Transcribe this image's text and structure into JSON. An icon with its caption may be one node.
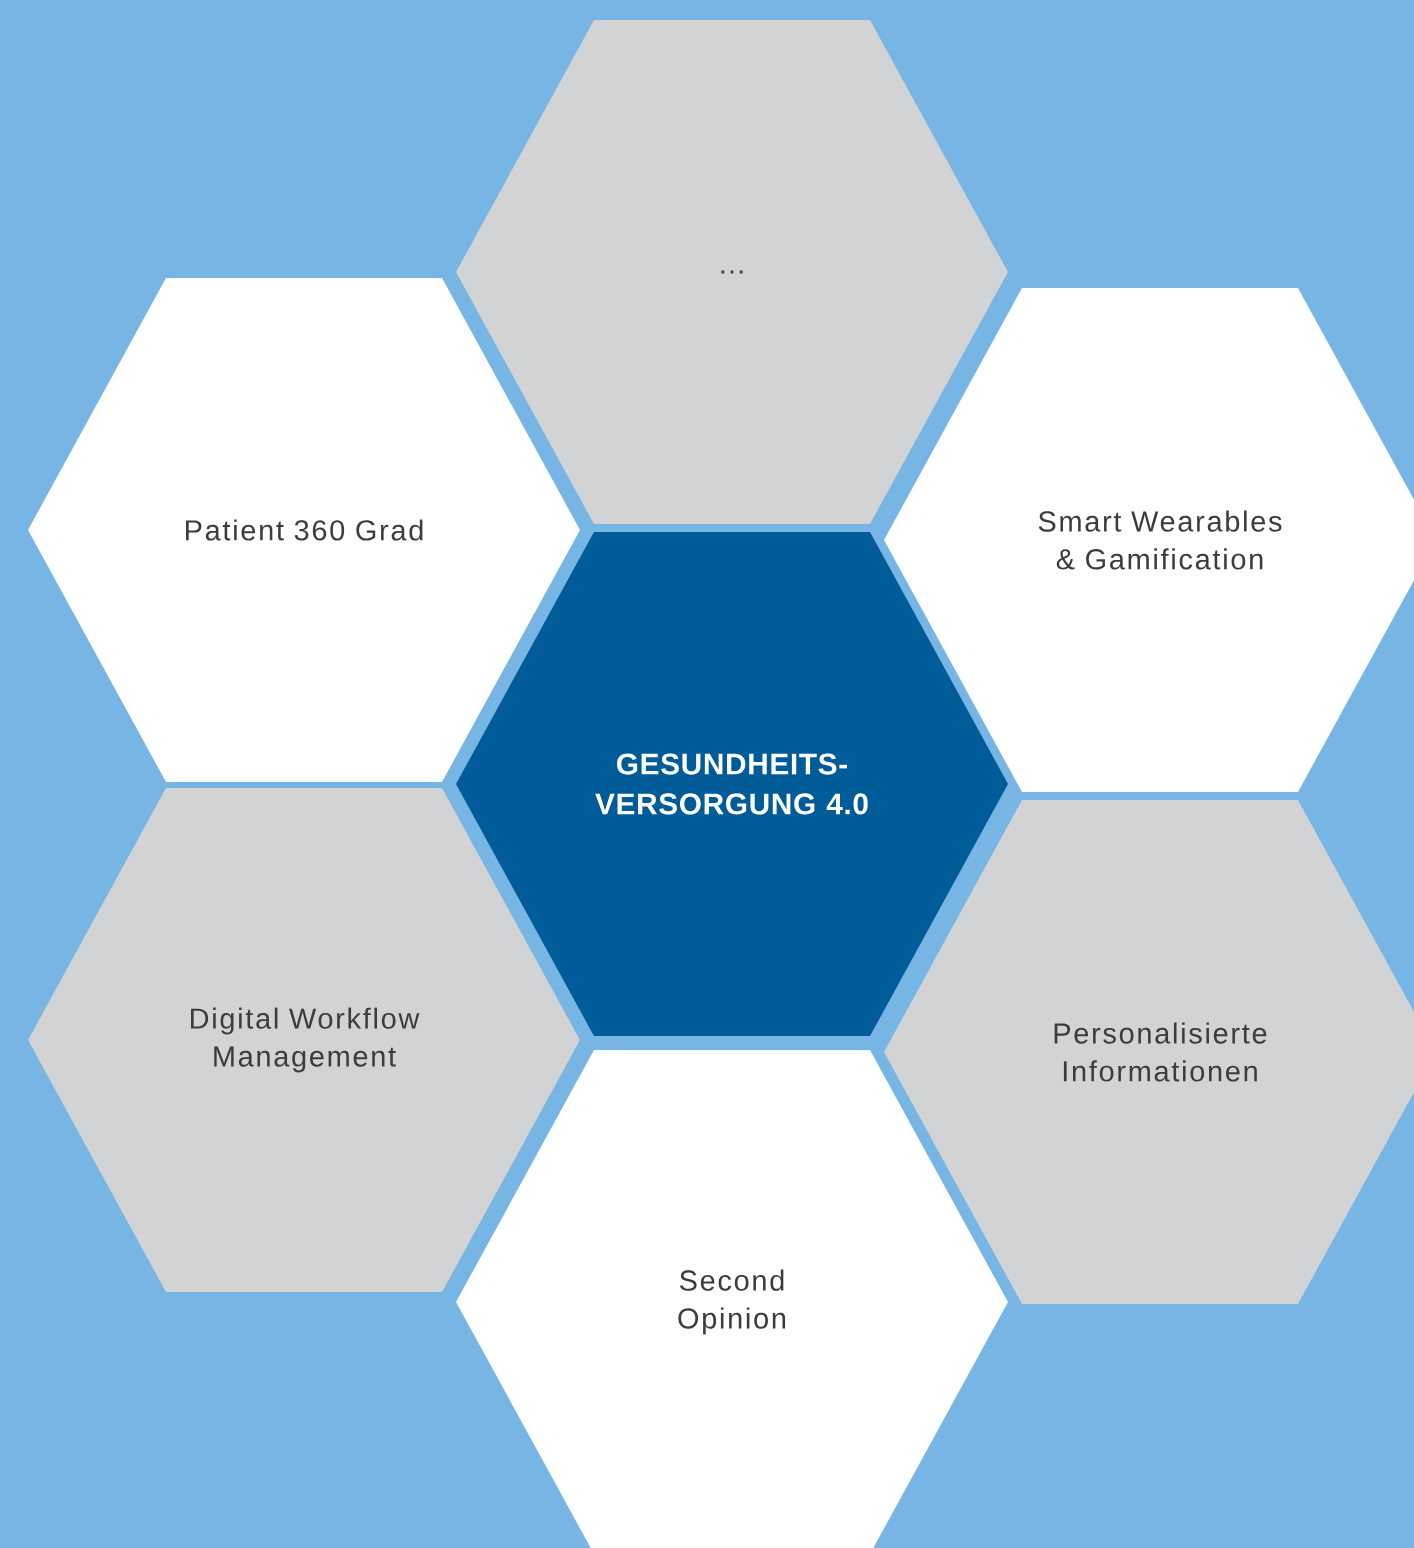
{
  "diagram": {
    "nodes": [
      {
        "text": [
          "…"
        ]
      },
      {
        "text": [
          "Patient 360 Grad"
        ]
      },
      {
        "text": [
          "Smart Wearables & Gamification"
        ]
      },
      {
        "text": [
          "GESUNDHEITS- VERSORGUNG 4.0"
        ]
      },
      {
        "text": [
          "Digital Workflow Management"
        ]
      },
      {
        "text": [
          "Personalisierte Informationen"
        ]
      },
      {
        "text": [
          "Second Opinion"
        ]
      }
    ]
  }
}
